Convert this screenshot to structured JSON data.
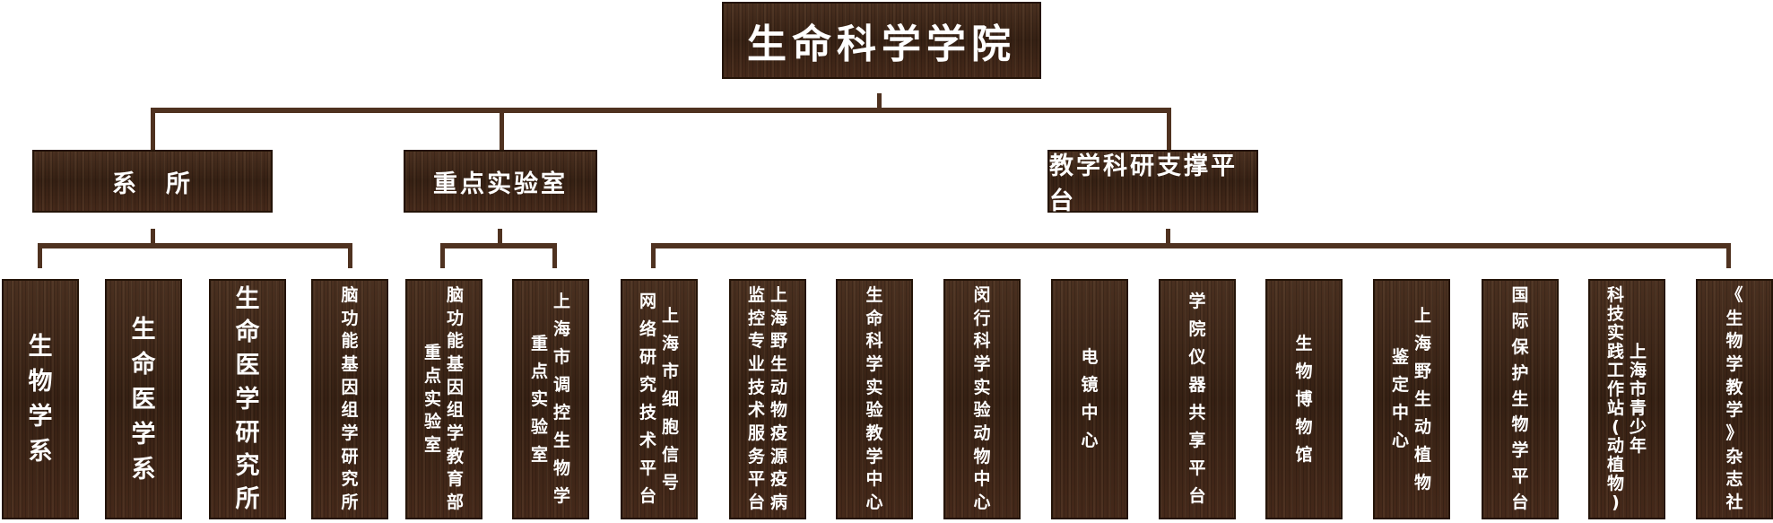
{
  "root": "生命科学学院",
  "groups": [
    "系　所",
    "重点实验室",
    "教学科研支撑平台"
  ],
  "leaves": [
    {
      "cols": [
        "生物学系"
      ],
      "size": 27
    },
    {
      "cols": [
        "生命医学系"
      ],
      "size": 27
    },
    {
      "cols": [
        "生命医学研究所"
      ],
      "size": 27
    },
    {
      "cols": [
        "脑功能基因组学研究所"
      ],
      "size": 19
    },
    {
      "cols": [
        "脑功能基因组学教育部",
        "重点实验室"
      ],
      "size": 19
    },
    {
      "cols": [
        "上海市调控生物学",
        "重点实验室"
      ],
      "size": 19
    },
    {
      "cols": [
        "上海市细胞信号",
        "网络研究技术平台"
      ],
      "size": 19
    },
    {
      "cols": [
        "上海野生动物疫源疫病",
        "监控专业技术服务平台"
      ],
      "size": 19
    },
    {
      "cols": [
        "生命科学实验教学中心"
      ],
      "size": 19
    },
    {
      "cols": [
        "闵行科学实验动物中心"
      ],
      "size": 19
    },
    {
      "cols": [
        "电镜中心"
      ],
      "size": 19
    },
    {
      "cols": [
        "学院仪器共享平台"
      ],
      "size": 19
    },
    {
      "cols": [
        "生物博物馆"
      ],
      "size": 19
    },
    {
      "cols": [
        "上海野生动植物",
        "鉴定中心"
      ],
      "size": 19
    },
    {
      "cols": [
        "国际保护生物学平台"
      ],
      "size": 19
    },
    {
      "cols": [
        "上海市青少年",
        "科技实践工作站(动植物)"
      ],
      "size": 19
    },
    {
      "cols": [
        "《生物学教学》杂志社"
      ],
      "size": 19
    }
  ]
}
